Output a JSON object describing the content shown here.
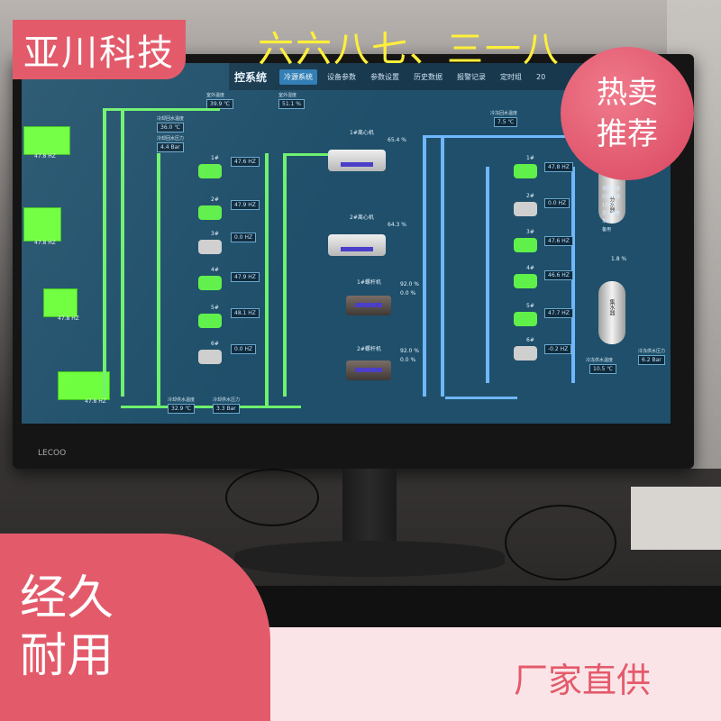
{
  "overlay": {
    "brand": "亚川科技",
    "slogan_top": "六六八七、三一八",
    "hot_line1": "热卖",
    "hot_line2": "推荐",
    "durable_line1": "经久",
    "durable_line2": "耐用",
    "factory_direct": "厂家直供"
  },
  "monitor": {
    "bezel_logo": "LECOO"
  },
  "scada": {
    "title": "控系统",
    "tabs": [
      "冷源系统",
      "设备参数",
      "参数设置",
      "历史数据",
      "报警记录",
      "定时组",
      "20"
    ],
    "active_tab": 0,
    "top_readouts": [
      {
        "label": "室外温度",
        "value": "39.9 ℃"
      },
      {
        "label": "室外湿度",
        "value": "51.1 %"
      }
    ],
    "left_readouts": [
      {
        "label": "冷却回水温度",
        "value": "36.0 ℃"
      },
      {
        "label": "冷却回水压力",
        "value": "4.4 Bar"
      }
    ],
    "bottom_readouts": [
      {
        "label": "冷却供水温度",
        "value": "32.9 ℃"
      },
      {
        "label": "冷却供水压力",
        "value": "3.3 Bar"
      }
    ],
    "right_readout_top": {
      "label": "冷冻回水温度",
      "value": "7.5 ℃"
    },
    "right_readouts_bottom": [
      {
        "label": "冷冻供水温度",
        "value": "10.5 ℃"
      },
      {
        "label": "冷冻供水压力",
        "value": "6.2 Bar"
      }
    ],
    "tower_freqs": [
      "47.8 HZ",
      "47.8 HZ",
      "47.8 HZ",
      "47.8 HZ"
    ],
    "cooling_pumps": [
      {
        "name": "1#",
        "freq": "47.6 HZ",
        "on": true
      },
      {
        "name": "2#",
        "freq": "47.9 HZ",
        "on": true
      },
      {
        "name": "3#",
        "freq": "0.0 HZ",
        "on": false
      },
      {
        "name": "4#",
        "freq": "47.9 HZ",
        "on": true
      },
      {
        "name": "5#",
        "freq": "48.1 HZ",
        "on": true
      },
      {
        "name": "6#",
        "freq": "0.0 HZ",
        "on": false
      }
    ],
    "chillers": [
      {
        "name": "1#离心机",
        "load": "65.4 %"
      },
      {
        "name": "2#离心机",
        "load": "64.3 %"
      },
      {
        "name": "1#螺杆机",
        "load": "92.0 %",
        "load2": "0.0 %"
      },
      {
        "name": "2#螺杆机",
        "load": "92.0 %",
        "load2": "0.0 %"
      }
    ],
    "chilled_pumps": [
      {
        "name": "1#",
        "freq": "47.8 HZ",
        "on": true
      },
      {
        "name": "2#",
        "freq": "0.0 HZ",
        "on": false
      },
      {
        "name": "3#",
        "freq": "47.6 HZ",
        "on": true
      },
      {
        "name": "4#",
        "freq": "46.6 HZ",
        "on": true
      },
      {
        "name": "5#",
        "freq": "47.7 HZ",
        "on": true
      },
      {
        "name": "6#",
        "freq": "-0.2 HZ",
        "on": false
      }
    ],
    "tank_top": "分水器",
    "tank_bottom": "集水器",
    "bypass": "1.8 %",
    "legend": [
      "市政用楼",
      "行政办楼",
      "12#楼",
      "员工宿舍",
      "车间",
      "备用"
    ]
  },
  "colors": {
    "pipe_cooling": "#6df26d",
    "pipe_chilled": "#6fb7ff",
    "brand_pink": "#e35b6b",
    "slogan_yellow": "#ffef3a"
  }
}
